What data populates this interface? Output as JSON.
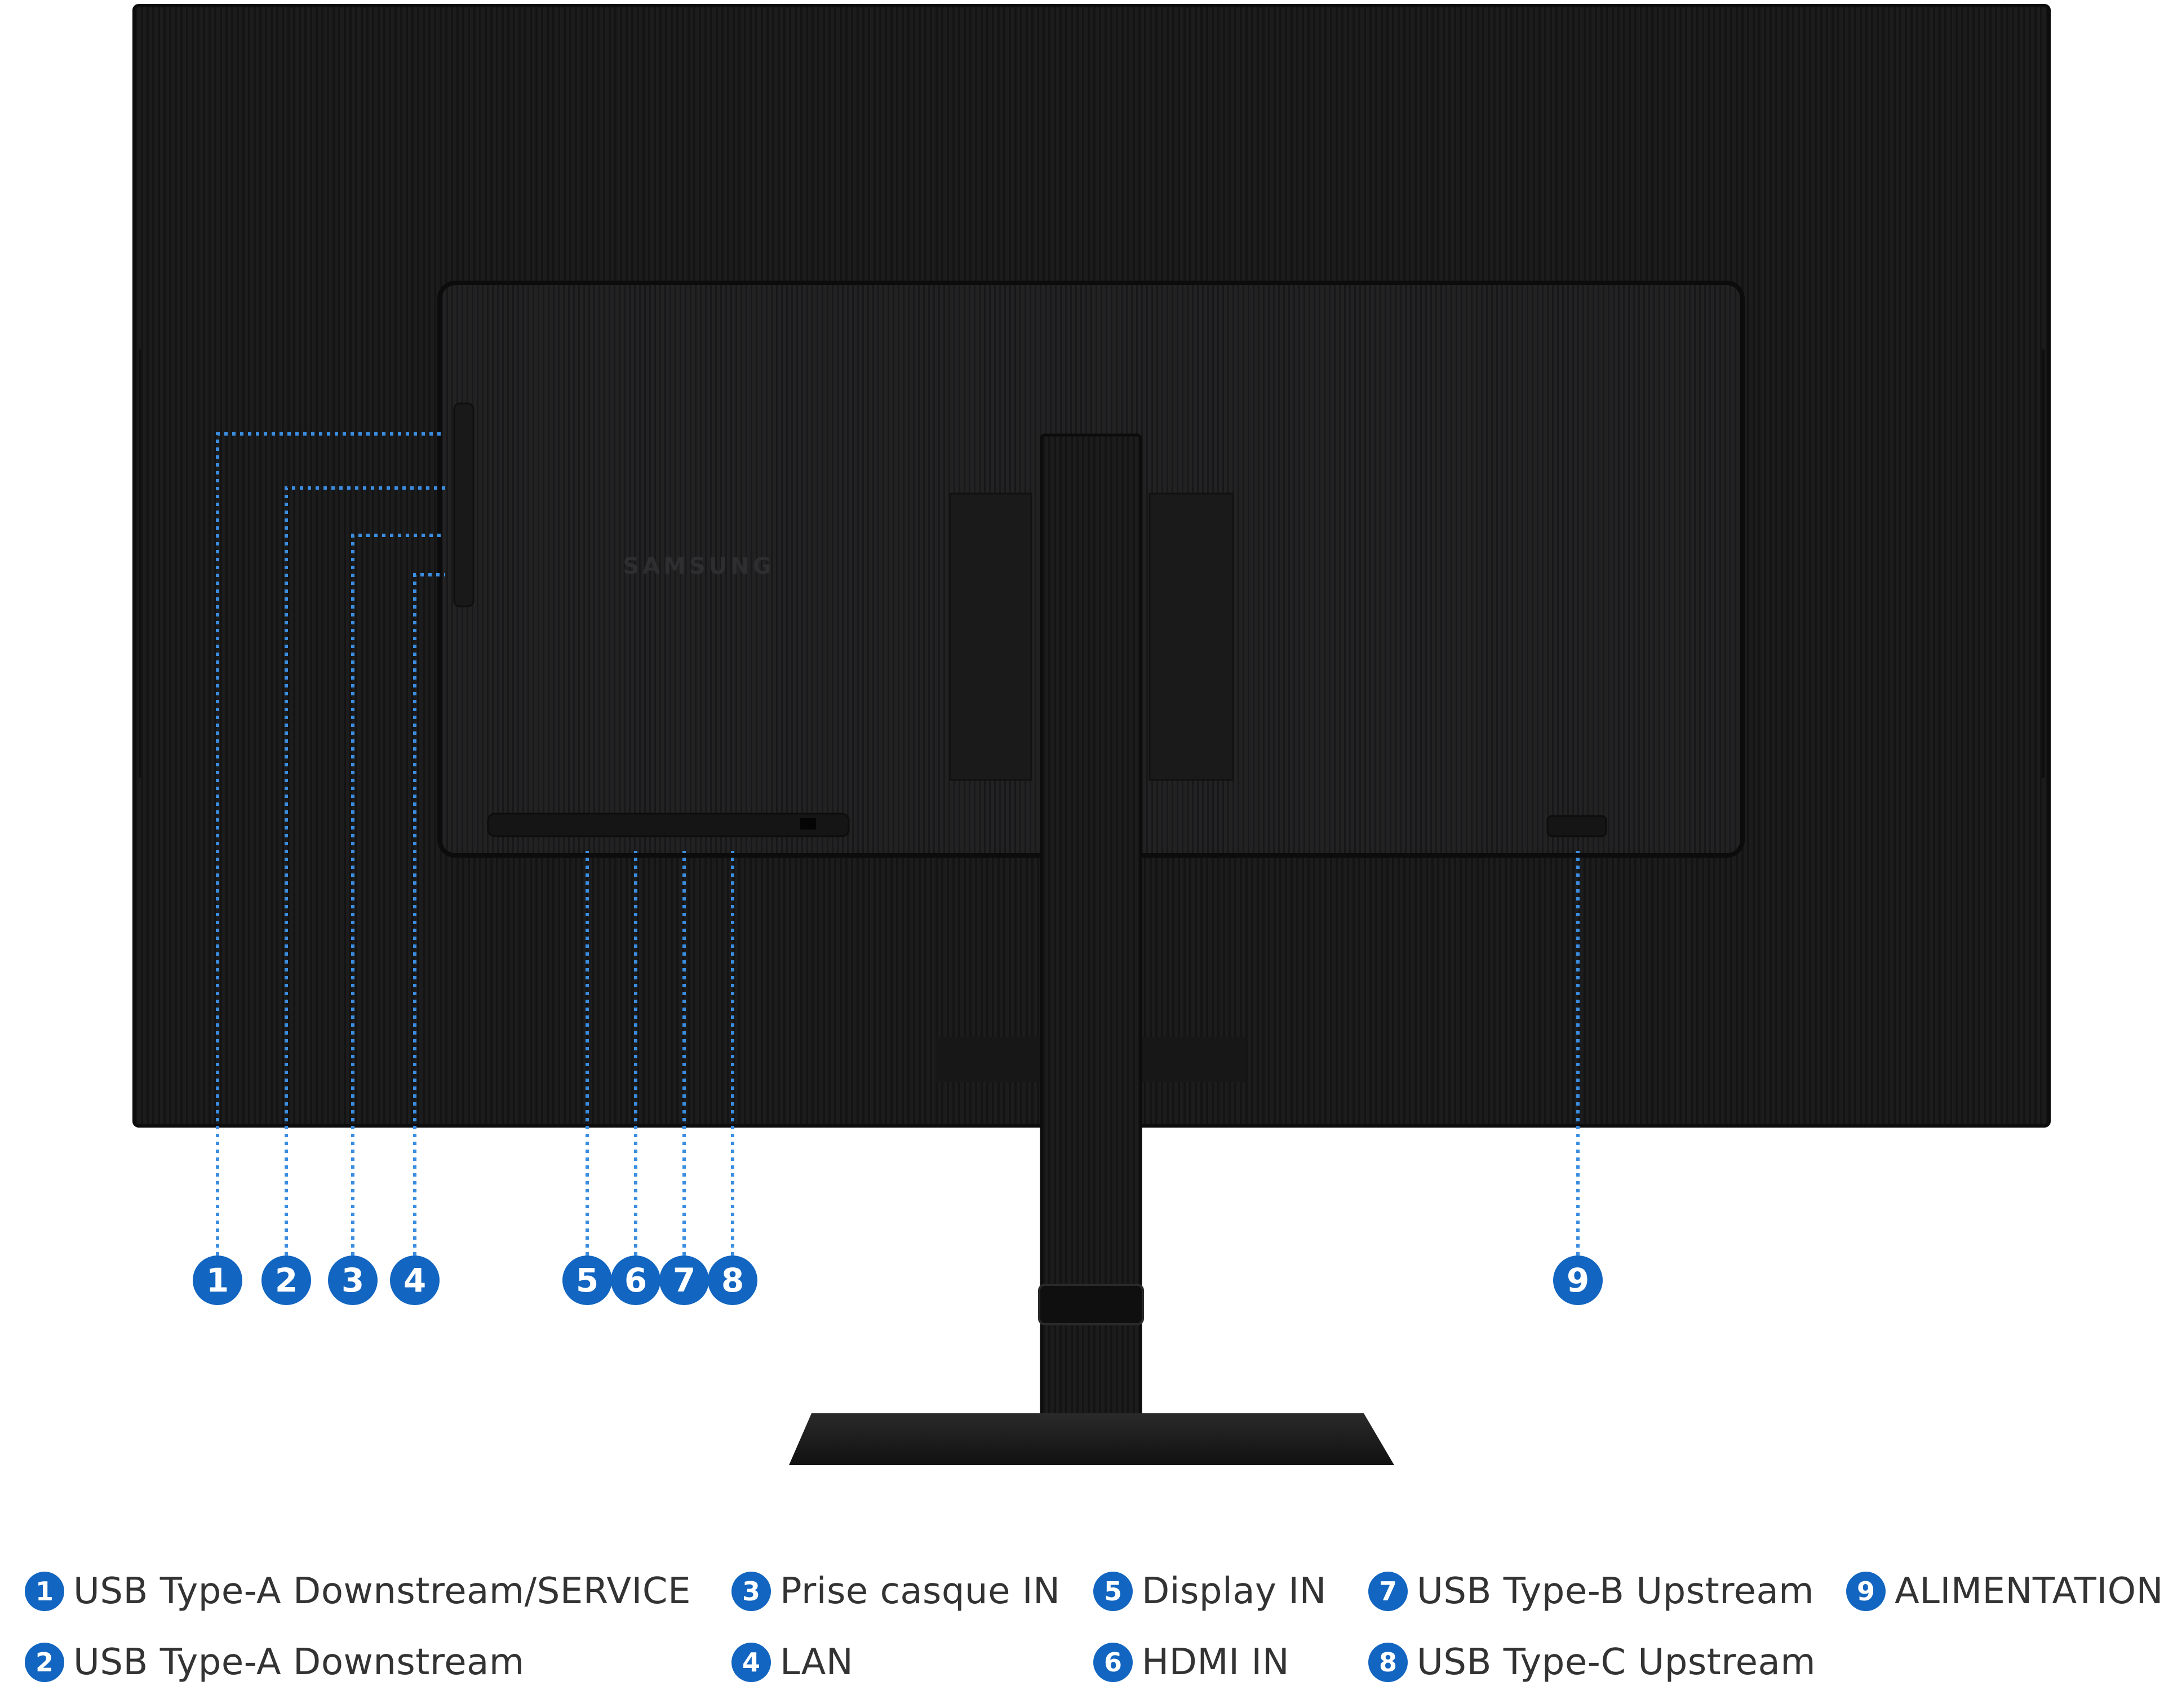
{
  "diagram": {
    "brand_logo": "SAMSUNG",
    "callouts": [
      {
        "num": "1",
        "label": "USB Type-A Downstream/SERVICE"
      },
      {
        "num": "2",
        "label": "USB Type-A Downstream"
      },
      {
        "num": "3",
        "label": "Prise casque IN"
      },
      {
        "num": "4",
        "label": "LAN"
      },
      {
        "num": "5",
        "label": "Display IN"
      },
      {
        "num": "6",
        "label": "HDMI IN"
      },
      {
        "num": "7",
        "label": "USB Type-B Upstream"
      },
      {
        "num": "8",
        "label": "USB Type-C Upstream"
      },
      {
        "num": "9",
        "label": "ALIMENTATION"
      }
    ]
  },
  "colors": {
    "monitor_body": "#1c1c1d",
    "panel_inner": "#232324",
    "stand": "#1e1e1f",
    "callout_blue": "#1265c0",
    "dotted_line": "#3b8de0",
    "legend_text": "#333333"
  }
}
